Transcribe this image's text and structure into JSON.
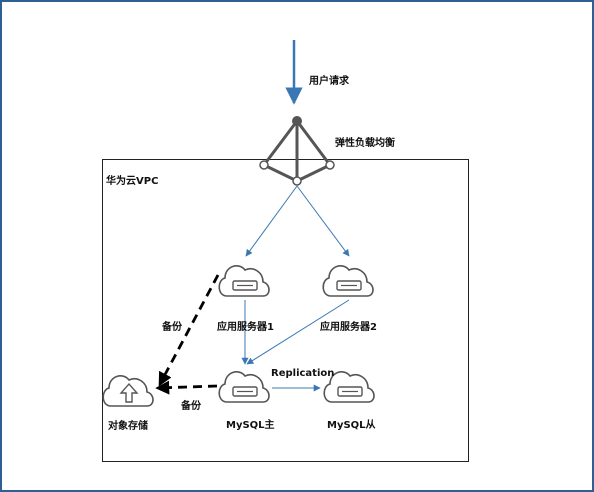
{
  "labels": {
    "user_request": "用户请求",
    "elb": "弹性负载均衡",
    "vpc": "华为云VPC",
    "app_server_1": "应用服务器1",
    "app_server_2": "应用服务器2",
    "backup_1": "备份",
    "backup_2": "备份",
    "replication": "Replication",
    "mysql_master": "MySQL主",
    "mysql_slave": "MySQL从",
    "object_storage": "对象存储"
  },
  "colors": {
    "frame": "#2f5f94",
    "request_arrow": "#3a78b5",
    "flow_line": "#3a78b5",
    "node_stroke": "#555555",
    "dashed_arrow": "#000000",
    "text": "#111111"
  },
  "icons": {
    "app_server_1": "cloud-server-icon",
    "app_server_2": "cloud-server-icon",
    "mysql_master": "cloud-server-icon",
    "mysql_slave": "cloud-server-icon",
    "object_storage": "cloud-upload-icon",
    "elb": "load-balancer-icon"
  }
}
